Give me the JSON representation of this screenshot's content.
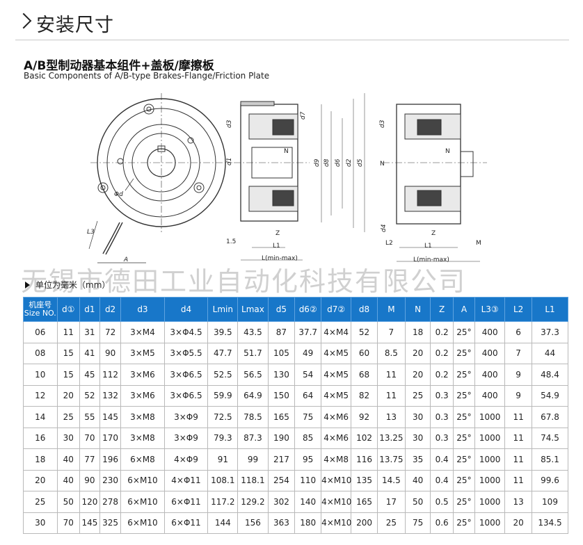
{
  "section": {
    "title": "安装尺寸"
  },
  "subtitle_cn": "A/B型制动器基本组件+盖板/摩擦板",
  "subtitle_en": "Basic Components of A/B-type Brakes-Flange/Friction Plate",
  "drawing_labels": {
    "phi_d": "Φd",
    "A": "A",
    "L3": "L3",
    "d3": "d3",
    "d1": "d1",
    "d7": "d7",
    "d9": "d9",
    "d8": "d8",
    "d6": "d6",
    "d2": "d2",
    "d5": "d5",
    "N": "N",
    "Z": "Z",
    "L1": "L1",
    "d4": "d4",
    "L2": "L2",
    "L": "L(min-max)",
    "M": "M",
    "val_15": "1.5"
  },
  "watermark": "无锡市德田工业自动化科技有限公司",
  "unit_note": "单位为毫米（mm）",
  "table": {
    "header_first_cn": "机座号",
    "header_first_en": "Size NO.",
    "headers": [
      "d①",
      "d1",
      "d2",
      "d3",
      "d4",
      "Lmin",
      "Lmax",
      "d5",
      "d6②",
      "d7②",
      "d8",
      "M",
      "N",
      "Z",
      "A",
      "L3③",
      "L2",
      "L1"
    ],
    "rows": [
      [
        "06",
        "11",
        "31",
        "72",
        "3×M4",
        "3×Φ4.5",
        "39.5",
        "43.5",
        "87",
        "37.7",
        "4×M4",
        "52",
        "7",
        "18",
        "0.2",
        "25°",
        "400",
        "6",
        "37.3"
      ],
      [
        "08",
        "15",
        "41",
        "90",
        "3×M5",
        "3×Φ5.5",
        "47.7",
        "51.7",
        "105",
        "49",
        "4×M5",
        "60",
        "8.5",
        "20",
        "0.2",
        "25°",
        "400",
        "7",
        "44"
      ],
      [
        "10",
        "15",
        "45",
        "112",
        "3×M6",
        "3×Φ6.5",
        "52.5",
        "56.5",
        "130",
        "54",
        "4×M5",
        "68",
        "11",
        "20",
        "0.2",
        "25°",
        "400",
        "9",
        "48.4"
      ],
      [
        "12",
        "20",
        "52",
        "132",
        "3×M6",
        "3×Φ6.5",
        "59.9",
        "64.9",
        "150",
        "64",
        "4×M5",
        "82",
        "11",
        "25",
        "0.3",
        "25°",
        "400",
        "9",
        "54.9"
      ],
      [
        "14",
        "25",
        "55",
        "145",
        "3×M8",
        "3×Φ9",
        "72.5",
        "78.5",
        "165",
        "75",
        "4×M6",
        "92",
        "13",
        "30",
        "0.3",
        "25°",
        "1000",
        "11",
        "67.8"
      ],
      [
        "16",
        "30",
        "70",
        "170",
        "3×M8",
        "3×Φ9",
        "79.3",
        "87.3",
        "190",
        "85",
        "4×M6",
        "102",
        "13.25",
        "30",
        "0.3",
        "25°",
        "1000",
        "11",
        "74.5"
      ],
      [
        "18",
        "40",
        "77",
        "196",
        "6×M8",
        "4×Φ9",
        "91",
        "99",
        "217",
        "95",
        "4×M8",
        "116",
        "13.75",
        "35",
        "0.4",
        "25°",
        "1000",
        "11",
        "85.1"
      ],
      [
        "20",
        "40",
        "90",
        "230",
        "6×M10",
        "4×Φ11",
        "108.1",
        "118.1",
        "254",
        "110",
        "4×M10",
        "135",
        "14.5",
        "40",
        "0.4",
        "25°",
        "1000",
        "11",
        "99.6"
      ],
      [
        "25",
        "50",
        "120",
        "278",
        "6×M10",
        "6×Φ11",
        "117.2",
        "129.2",
        "302",
        "140",
        "4×M10",
        "165",
        "17",
        "50",
        "0.5",
        "25°",
        "1000",
        "13",
        "109"
      ],
      [
        "30",
        "70",
        "145",
        "325",
        "6×M10",
        "6×Φ11",
        "144",
        "156",
        "363",
        "180",
        "4×M10",
        "200",
        "25",
        "75",
        "0.6",
        "25°",
        "1000",
        "20",
        "134.5"
      ]
    ]
  },
  "colors": {
    "header_bg": "#1877c9",
    "header_text": "#ffffff",
    "grid": "#b9b9b9"
  }
}
